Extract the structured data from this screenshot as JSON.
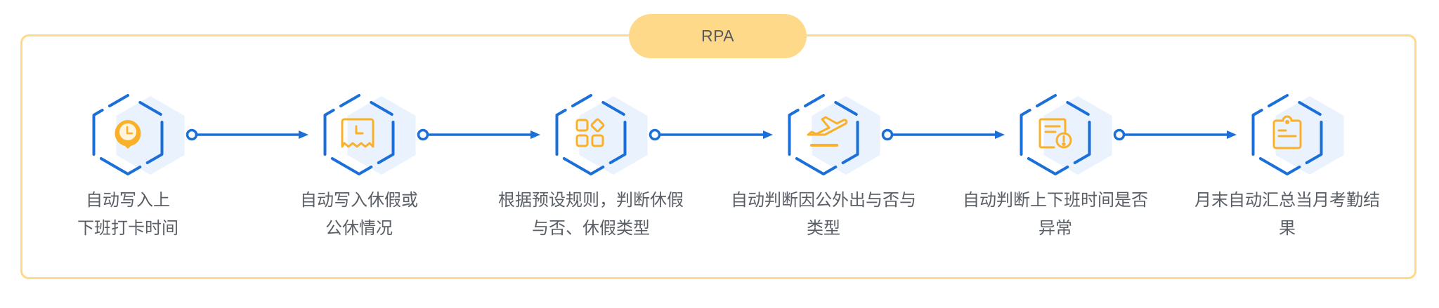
{
  "diagram": {
    "group_label": "RPA",
    "colors": {
      "frame": "#ffd98a",
      "hex_outline": "#1a6fd8",
      "hex_shadow": "#eaf2fd",
      "icon": "#fbb02a",
      "arrow": "#1a6fd8",
      "text": "#5a5f66"
    },
    "steps": [
      {
        "icon": "clock-pin-icon",
        "lines": [
          "自动写入上",
          "下班打卡时间"
        ]
      },
      {
        "icon": "receipt-clock-icon",
        "lines": [
          "自动写入休假或",
          "公休情况"
        ]
      },
      {
        "icon": "apps-grid-icon",
        "lines": [
          "根据预设规则，判断休假",
          "与否、休假类型"
        ]
      },
      {
        "icon": "plane-departure-icon",
        "lines": [
          "自动判断因公外出与否与",
          "类型"
        ]
      },
      {
        "icon": "document-alert-icon",
        "lines": [
          "自动判断上下班时间是否",
          "异常"
        ]
      },
      {
        "icon": "clipboard-icon",
        "lines": [
          "月末自动汇总当月考勤结",
          "果"
        ]
      }
    ]
  }
}
